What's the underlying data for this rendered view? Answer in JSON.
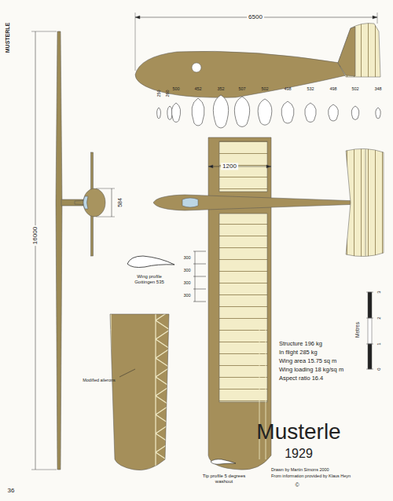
{
  "diagram": {
    "title": "Musterle",
    "labels": [
      "MUSTERLE",
      "6500",
      "250",
      "260",
      "500",
      "452",
      "352",
      "507",
      "502",
      "498",
      "532",
      "498",
      "502",
      "348",
      "16000",
      "1200",
      "584",
      "300",
      "300",
      "300",
      "300",
      "Wing profile Gottingen 535",
      "Modified ailerons",
      "Tip profile 5 degrees washout",
      "Structure 196 kg",
      "In flight 285 kg",
      "Wing area 15.75 sq m",
      "Wing loading 18 kg/sq m",
      "Aspect ratio 16.4",
      "1929",
      "Drawn by Martin Simons 2000",
      "From information provided by Klaus Heyn",
      "©",
      "Metres",
      "3",
      "2",
      "1",
      "0",
      "36"
    ]
  }
}
